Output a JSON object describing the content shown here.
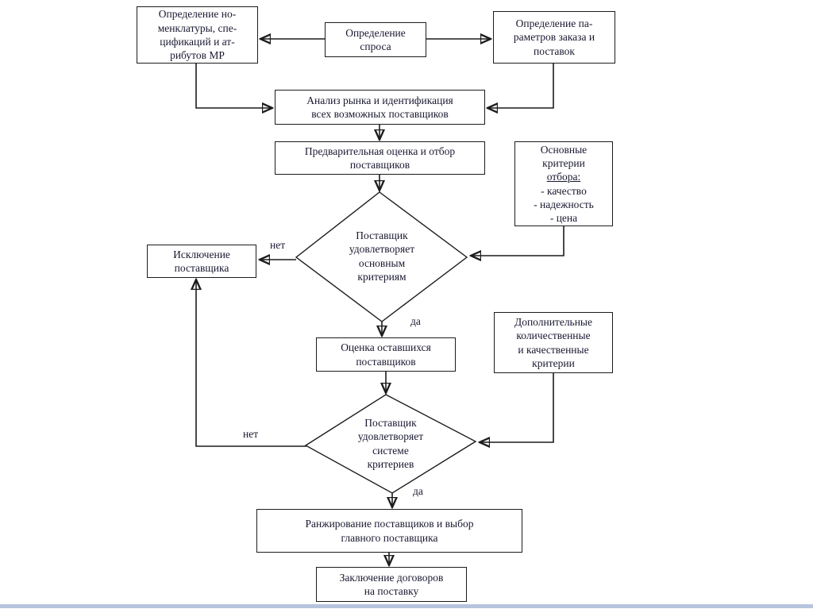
{
  "diagram_type": "flowchart",
  "language": "ru",
  "topic": "Выбор поставщика (supplier selection process)",
  "colors": {
    "line": "#1c1c1c",
    "text": "#181830",
    "node_fill": "#ffffff",
    "slide_edge": "#b7c4de"
  },
  "nodes": {
    "nomenclature": {
      "text": "Определение но-\nменклатуры, спе-\nцификаций и ат-\nрибутов МР"
    },
    "demand": {
      "text": "Определение\nспроса"
    },
    "order_params": {
      "text": "Определение па-\nраметров заказа и\nпоставок"
    },
    "market_analysis": {
      "text": "Анализ рынка и идентификация\nвсех возможных поставщиков"
    },
    "preliminary": {
      "text": "Предварительная оценка и отбор\nпоставщиков"
    },
    "main_criteria": {
      "head": "Основные\nкритерии",
      "underlined": "отбора:",
      "items": "- качество\n- надежность\n- цена"
    },
    "exclusion": {
      "text": "Исключение\nпоставщика"
    },
    "decision_main": {
      "text": "Поставщик\nудовлетворяет\nосновным\nкритериям"
    },
    "remaining_eval": {
      "text": "Оценка оставшихся\nпоставщиков"
    },
    "additional_criteria": {
      "text": "Дополнительные\nколичественные\nи качественные\nкритерии"
    },
    "decision_system": {
      "text": "Поставщик\nудовлетворяет\nсистеме\nкритериев"
    },
    "ranking": {
      "text": "Ранжирование поставщиков и выбор\nглавного поставщика"
    },
    "contracts": {
      "text": "Заключение договоров\nна поставку"
    }
  },
  "edge_labels": {
    "no1": "нет",
    "yes1": "да",
    "no2": "нет",
    "yes2": "да"
  }
}
